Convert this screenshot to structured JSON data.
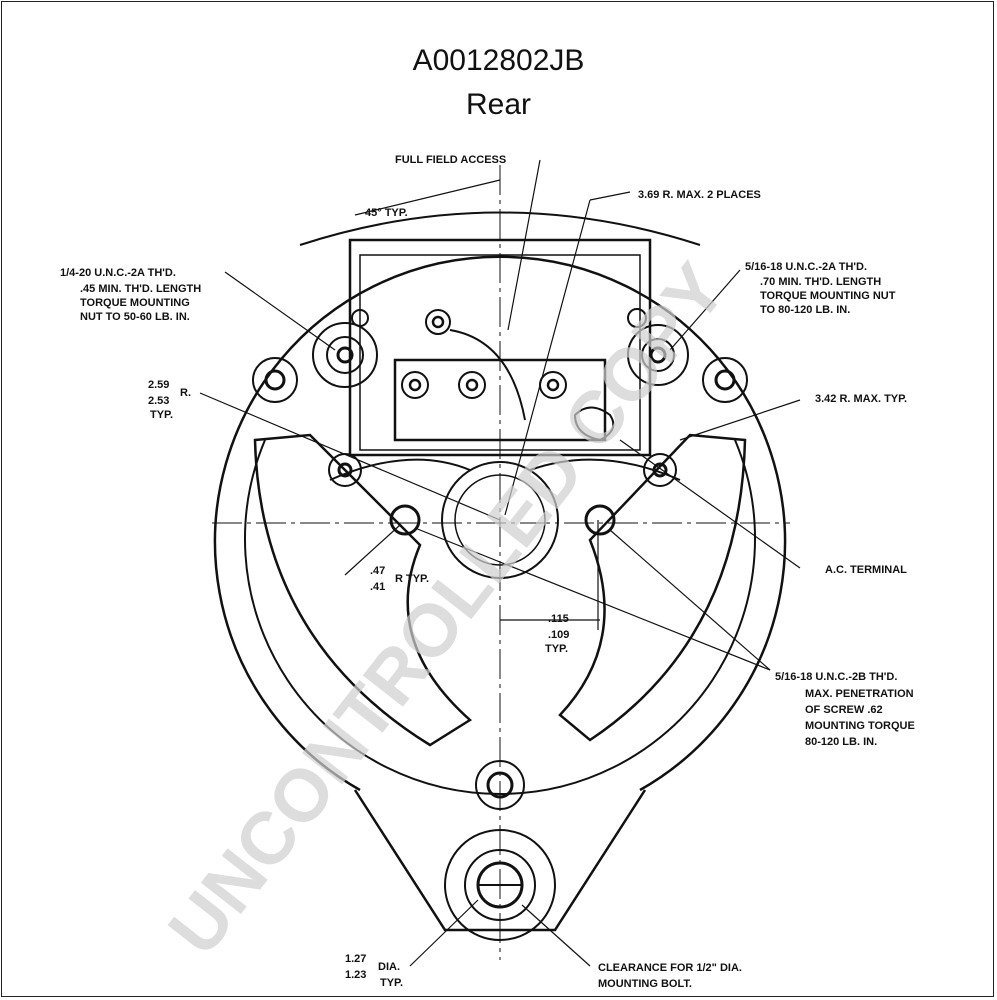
{
  "header": {
    "part_number": "A0012802JB",
    "view": "Rear"
  },
  "watermark": "UNCONTROLLED COPY",
  "callouts": {
    "full_field": "FULL FIELD ACCESS",
    "r369": "3.69 R. MAX. 2 PLACES",
    "deg45": "45° TYP.",
    "lt1": "1/4-20 U.N.C.-2A TH'D.",
    "lt2": ".45 MIN. TH'D. LENGTH",
    "lt3": "TORQUE MOUNTING",
    "lt4": "NUT TO 50-60 LB. IN.",
    "rt1": "5/16-18 U.N.C.-2A TH'D.",
    "rt2": ".70 MIN. TH'D. LENGTH",
    "rt3": "TORQUE MOUNTING NUT",
    "rt4": "TO 80-120 LB. IN.",
    "r259a": "2.59",
    "r259b": "2.53",
    "r259c": "R.",
    "r259d": "TYP.",
    "r342": "3.42 R. MAX. TYP.",
    "ac": "A.C. TERMINAL",
    "r47a": ".47",
    "r47b": ".41",
    "r47c": "R TYP.",
    "d115a": ".115",
    "d115b": ".109",
    "d115c": "TYP.",
    "rb1": "5/16-18 U.N.C.-2B TH'D.",
    "rb2": "MAX. PENETRATION",
    "rb3": "OF SCREW .62",
    "rb4": "MOUNTING TORQUE",
    "rb5": "80-120 LB. IN.",
    "dia1": "1.27",
    "dia2": "1.23",
    "dia3": "DIA.",
    "dia4": "TYP.",
    "cl1": "CLEARANCE FOR 1/2\" DIA.",
    "cl2": "MOUNTING BOLT."
  }
}
